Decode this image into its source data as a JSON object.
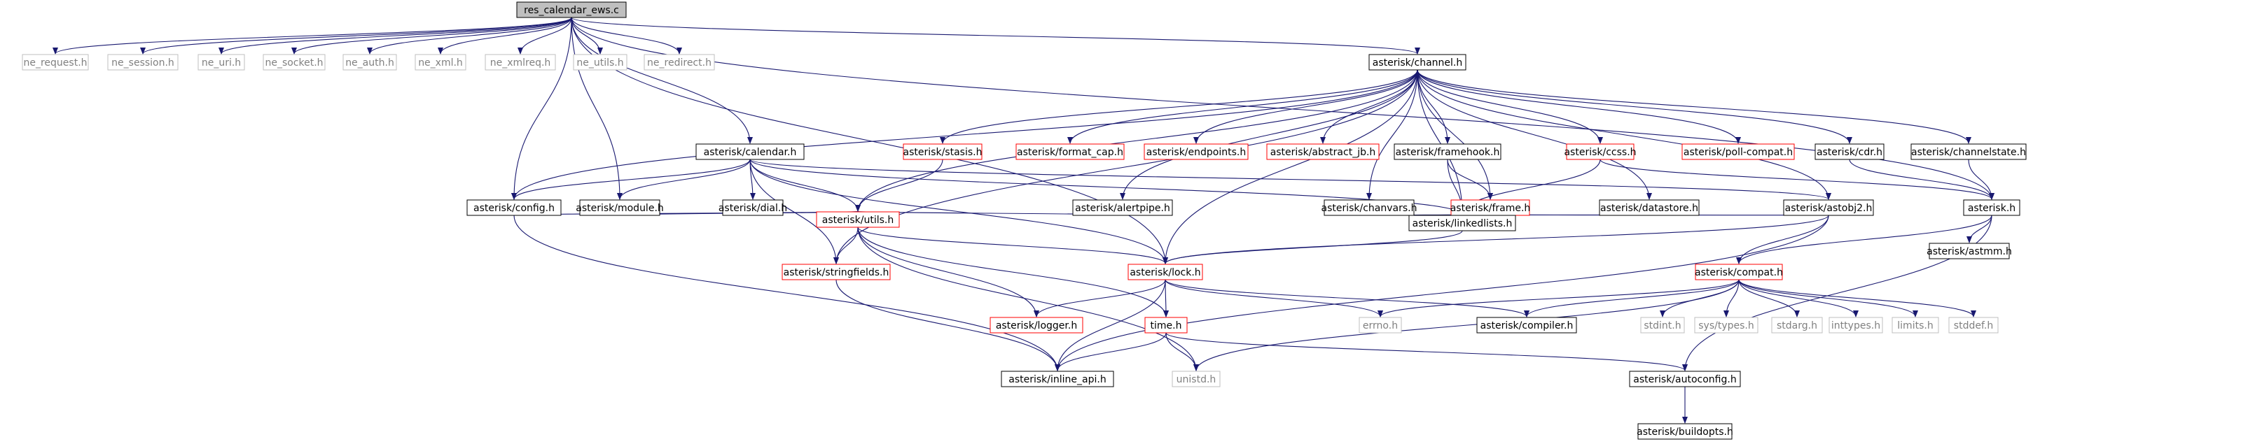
{
  "graph": {
    "colors": {
      "edge": "#191970",
      "root_fill": "#bfbfbf",
      "black_border": "#000000",
      "red_border": "#ff0000",
      "gray_border": "#bfbfbf",
      "gray_text": "#808080"
    },
    "nodes": [
      {
        "id": "root",
        "label": "res_calendar_ews.c",
        "style": "root"
      },
      {
        "id": "ne_request",
        "label": "ne_request.h",
        "style": "gray"
      },
      {
        "id": "ne_session",
        "label": "ne_session.h",
        "style": "gray"
      },
      {
        "id": "ne_uri",
        "label": "ne_uri.h",
        "style": "gray"
      },
      {
        "id": "ne_socket",
        "label": "ne_socket.h",
        "style": "gray"
      },
      {
        "id": "ne_auth",
        "label": "ne_auth.h",
        "style": "gray"
      },
      {
        "id": "ne_xml",
        "label": "ne_xml.h",
        "style": "gray"
      },
      {
        "id": "ne_xmlreq",
        "label": "ne_xmlreq.h",
        "style": "gray"
      },
      {
        "id": "ne_utils",
        "label": "ne_utils.h",
        "style": "gray"
      },
      {
        "id": "ne_redirect",
        "label": "ne_redirect.h",
        "style": "gray"
      },
      {
        "id": "channel",
        "label": "asterisk/channel.h",
        "style": "black"
      },
      {
        "id": "calendar",
        "label": "asterisk/calendar.h",
        "style": "black"
      },
      {
        "id": "stasis",
        "label": "asterisk/stasis.h",
        "style": "red"
      },
      {
        "id": "format_cap",
        "label": "asterisk/format_cap.h",
        "style": "red"
      },
      {
        "id": "endpoints",
        "label": "asterisk/endpoints.h",
        "style": "red"
      },
      {
        "id": "abstract_jb",
        "label": "asterisk/abstract_jb.h",
        "style": "red"
      },
      {
        "id": "framehook",
        "label": "asterisk/framehook.h",
        "style": "black"
      },
      {
        "id": "ccss",
        "label": "asterisk/ccss.h",
        "style": "red"
      },
      {
        "id": "poll_compat",
        "label": "asterisk/poll-compat.h",
        "style": "red"
      },
      {
        "id": "cdr",
        "label": "asterisk/cdr.h",
        "style": "black"
      },
      {
        "id": "channelstate",
        "label": "asterisk/channelstate.h",
        "style": "black"
      },
      {
        "id": "config",
        "label": "asterisk/config.h",
        "style": "black"
      },
      {
        "id": "module",
        "label": "asterisk/module.h",
        "style": "black"
      },
      {
        "id": "dial",
        "label": "asterisk/dial.h",
        "style": "black"
      },
      {
        "id": "alertpipe",
        "label": "asterisk/alertpipe.h",
        "style": "black"
      },
      {
        "id": "chanvars",
        "label": "asterisk/chanvars.h",
        "style": "black"
      },
      {
        "id": "frame",
        "label": "asterisk/frame.h",
        "style": "red"
      },
      {
        "id": "datastore",
        "label": "asterisk/datastore.h",
        "style": "black"
      },
      {
        "id": "astobj2",
        "label": "asterisk/astobj2.h",
        "style": "black"
      },
      {
        "id": "asterisk",
        "label": "asterisk.h",
        "style": "black"
      },
      {
        "id": "utils",
        "label": "asterisk/utils.h",
        "style": "red"
      },
      {
        "id": "linkedlists",
        "label": "asterisk/linkedlists.h",
        "style": "black"
      },
      {
        "id": "astmm",
        "label": "asterisk/astmm.h",
        "style": "black"
      },
      {
        "id": "stringfields",
        "label": "asterisk/stringfields.h",
        "style": "red"
      },
      {
        "id": "lock",
        "label": "asterisk/lock.h",
        "style": "red"
      },
      {
        "id": "compat",
        "label": "asterisk/compat.h",
        "style": "red"
      },
      {
        "id": "logger",
        "label": "asterisk/logger.h",
        "style": "red"
      },
      {
        "id": "time",
        "label": "time.h",
        "style": "red"
      },
      {
        "id": "errno",
        "label": "errno.h",
        "style": "gray"
      },
      {
        "id": "compiler",
        "label": "asterisk/compiler.h",
        "style": "black"
      },
      {
        "id": "stdint",
        "label": "stdint.h",
        "style": "gray"
      },
      {
        "id": "systypes",
        "label": "sys/types.h",
        "style": "gray"
      },
      {
        "id": "stdarg",
        "label": "stdarg.h",
        "style": "gray"
      },
      {
        "id": "inttypes",
        "label": "inttypes.h",
        "style": "gray"
      },
      {
        "id": "limits",
        "label": "limits.h",
        "style": "gray"
      },
      {
        "id": "stddef",
        "label": "stddef.h",
        "style": "gray"
      },
      {
        "id": "inline_api",
        "label": "asterisk/inline_api.h",
        "style": "black"
      },
      {
        "id": "unistd",
        "label": "unistd.h",
        "style": "gray"
      },
      {
        "id": "autoconfig",
        "label": "asterisk/autoconfig.h",
        "style": "black"
      },
      {
        "id": "buildopts",
        "label": "asterisk/buildopts.h",
        "style": "black"
      }
    ],
    "edges": [
      [
        "root",
        "ne_request"
      ],
      [
        "root",
        "ne_session"
      ],
      [
        "root",
        "ne_uri"
      ],
      [
        "root",
        "ne_socket"
      ],
      [
        "root",
        "ne_auth"
      ],
      [
        "root",
        "ne_xml"
      ],
      [
        "root",
        "ne_xmlreq"
      ],
      [
        "root",
        "ne_utils"
      ],
      [
        "root",
        "ne_redirect"
      ],
      [
        "root",
        "channel"
      ],
      [
        "root",
        "calendar"
      ],
      [
        "root",
        "config"
      ],
      [
        "root",
        "module"
      ],
      [
        "root",
        "lock"
      ],
      [
        "root",
        "asterisk"
      ],
      [
        "channel",
        "stasis"
      ],
      [
        "channel",
        "format_cap"
      ],
      [
        "channel",
        "endpoints"
      ],
      [
        "channel",
        "abstract_jb"
      ],
      [
        "channel",
        "framehook"
      ],
      [
        "channel",
        "ccss"
      ],
      [
        "channel",
        "poll_compat"
      ],
      [
        "channel",
        "cdr"
      ],
      [
        "channel",
        "channelstate"
      ],
      [
        "channel",
        "config"
      ],
      [
        "channel",
        "alertpipe"
      ],
      [
        "channel",
        "chanvars"
      ],
      [
        "channel",
        "frame"
      ],
      [
        "channel",
        "datastore"
      ],
      [
        "channel",
        "astobj2"
      ],
      [
        "channel",
        "utils"
      ],
      [
        "channel",
        "linkedlists"
      ],
      [
        "channel",
        "lock"
      ],
      [
        "channel",
        "stringfields"
      ],
      [
        "calendar",
        "config"
      ],
      [
        "calendar",
        "module"
      ],
      [
        "calendar",
        "dial"
      ],
      [
        "calendar",
        "linkedlists"
      ],
      [
        "calendar",
        "lock"
      ],
      [
        "calendar",
        "utils"
      ],
      [
        "calendar",
        "stringfields"
      ],
      [
        "calendar",
        "astobj2"
      ],
      [
        "stasis",
        "utils"
      ],
      [
        "framehook",
        "frame"
      ],
      [
        "framehook",
        "linkedlists"
      ],
      [
        "ccss",
        "asterisk"
      ],
      [
        "ccss",
        "linkedlists"
      ],
      [
        "cdr",
        "asterisk"
      ],
      [
        "channelstate",
        "asterisk"
      ],
      [
        "config",
        "utils"
      ],
      [
        "config",
        "inline_api"
      ],
      [
        "module",
        "utils"
      ],
      [
        "alertpipe",
        "utils"
      ],
      [
        "chanvars",
        "linkedlists"
      ],
      [
        "frame",
        "linkedlists"
      ],
      [
        "datastore",
        "linkedlists"
      ],
      [
        "astobj2",
        "linkedlists"
      ],
      [
        "astobj2",
        "lock"
      ],
      [
        "astobj2",
        "compat"
      ],
      [
        "astobj2",
        "inline_api"
      ],
      [
        "asterisk",
        "astmm"
      ],
      [
        "asterisk",
        "compat"
      ],
      [
        "asterisk",
        "autoconfig"
      ],
      [
        "utils",
        "stringfields"
      ],
      [
        "utils",
        "lock"
      ],
      [
        "utils",
        "logger"
      ],
      [
        "utils",
        "time"
      ],
      [
        "utils",
        "unistd"
      ],
      [
        "linkedlists",
        "lock"
      ],
      [
        "stringfields",
        "inline_api"
      ],
      [
        "lock",
        "logger"
      ],
      [
        "lock",
        "time"
      ],
      [
        "lock",
        "errno"
      ],
      [
        "lock",
        "compiler"
      ],
      [
        "lock",
        "inline_api"
      ],
      [
        "compat",
        "errno"
      ],
      [
        "compat",
        "compiler"
      ],
      [
        "compat",
        "stdint"
      ],
      [
        "compat",
        "systypes"
      ],
      [
        "compat",
        "stdarg"
      ],
      [
        "compat",
        "inttypes"
      ],
      [
        "compat",
        "limits"
      ],
      [
        "compat",
        "stddef"
      ],
      [
        "compat",
        "unistd"
      ],
      [
        "time",
        "inline_api"
      ],
      [
        "time",
        "unistd"
      ],
      [
        "time",
        "autoconfig"
      ],
      [
        "autoconfig",
        "buildopts"
      ]
    ]
  }
}
